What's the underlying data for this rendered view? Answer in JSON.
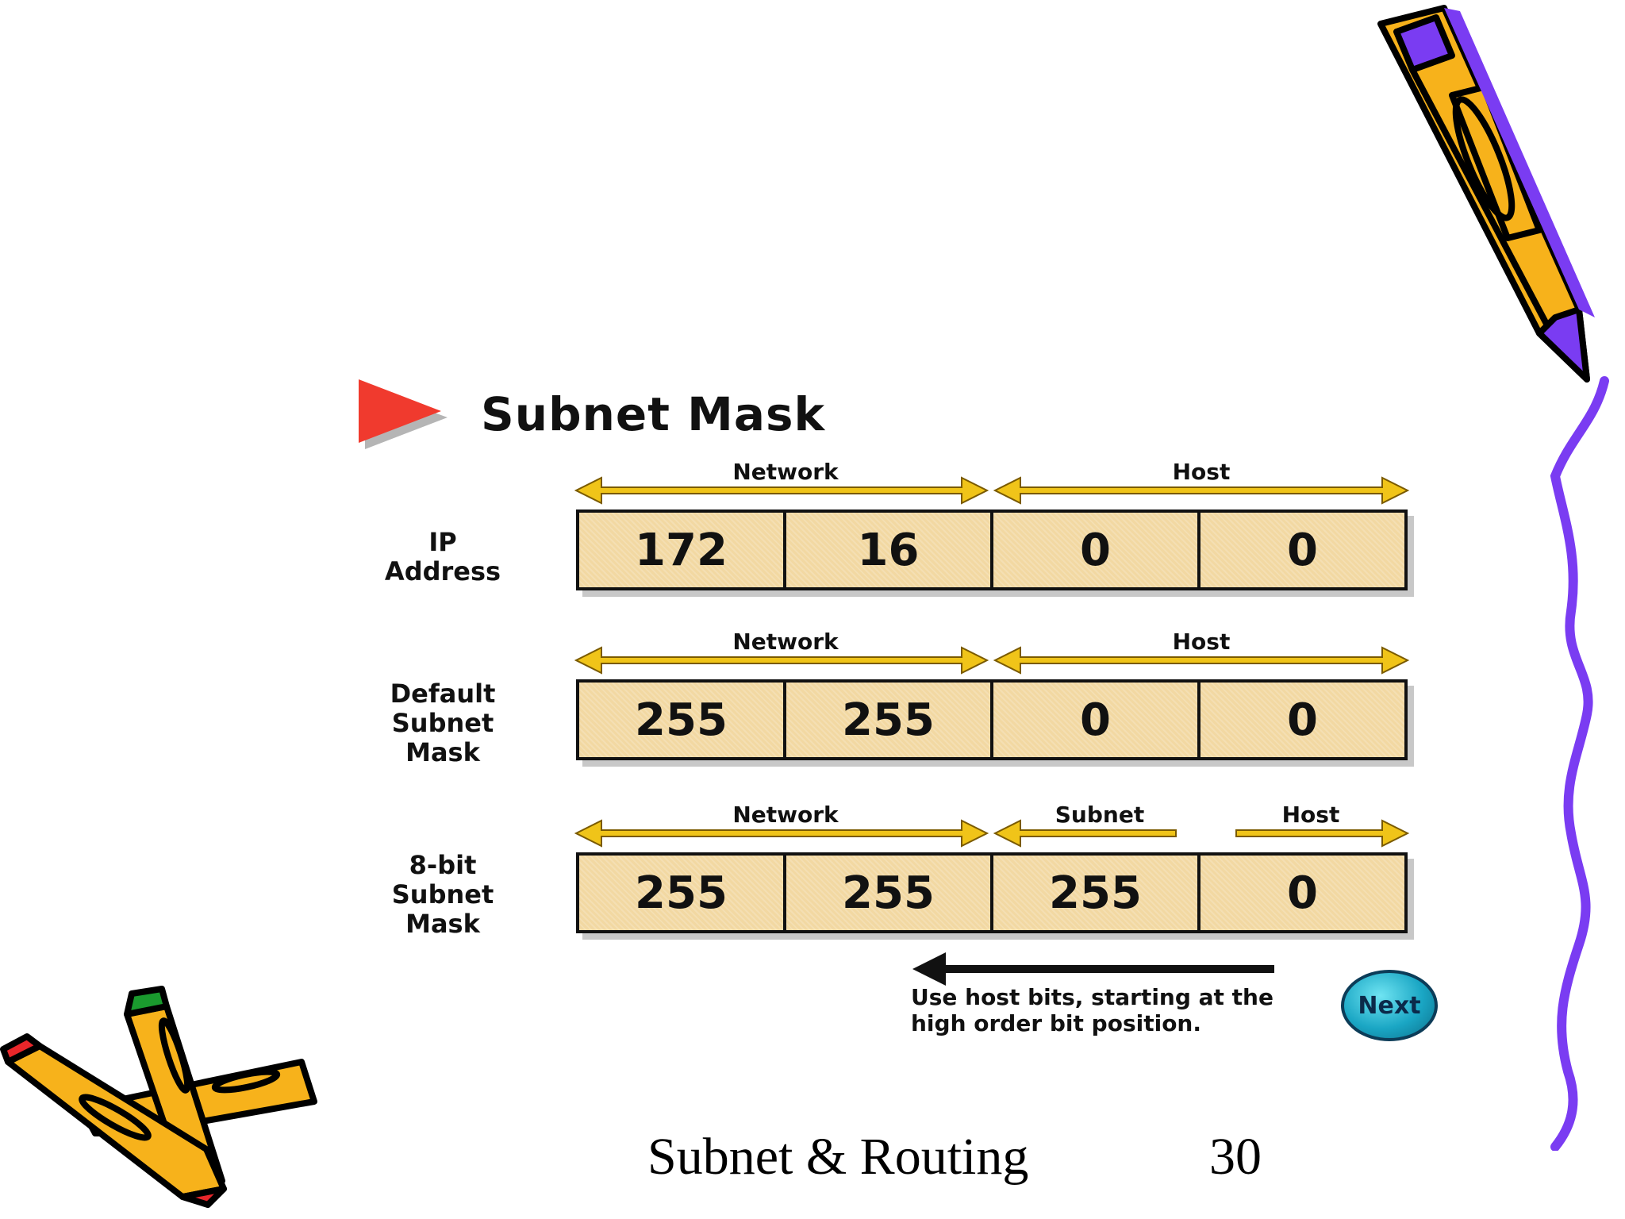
{
  "slide": {
    "title": "Subnet Mask",
    "rows": [
      {
        "label_lines": [
          "IP",
          "Address"
        ],
        "segments": [
          "Network",
          "Host"
        ],
        "octets": [
          "172",
          "16",
          "0",
          "0"
        ]
      },
      {
        "label_lines": [
          "Default",
          "Subnet",
          "Mask"
        ],
        "segments": [
          "Network",
          "Host"
        ],
        "octets": [
          "255",
          "255",
          "0",
          "0"
        ]
      },
      {
        "label_lines": [
          "8-bit",
          "Subnet",
          "Mask"
        ],
        "segments": [
          "Network",
          "Subnet",
          "Host"
        ],
        "octets": [
          "255",
          "255",
          "255",
          "0"
        ]
      }
    ],
    "note_lines": [
      "Use host bits, starting at the",
      "high order bit position."
    ],
    "next_label": "Next",
    "footer_text": "Subnet & Routing",
    "page_number": "30"
  },
  "colors": {
    "octet_fill": "#f2d8a2",
    "arrow_gold": "#f0c419",
    "title_arrow_red": "#f03a2e",
    "squiggle_purple": "#7a3cf2",
    "next_button": "#1aa6c4"
  },
  "icons": {
    "title_bullet": "red-triangle-icon",
    "decoration_top_right": "pencil-icon",
    "decoration_bottom_left": "crossed-pencils-icon",
    "next_button": "next-button-icon",
    "direction": "left-arrow-icon"
  }
}
